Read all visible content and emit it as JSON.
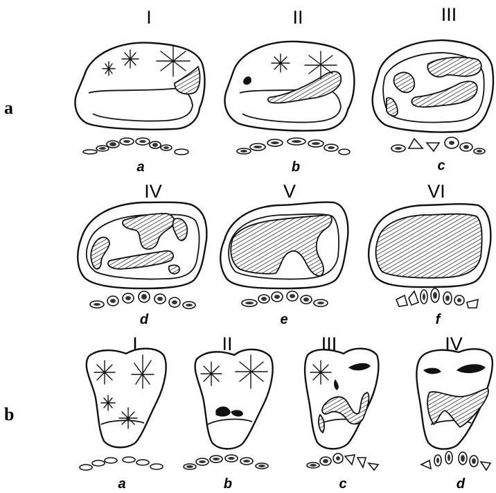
{
  "rows": [
    {
      "label": "a",
      "stages": [
        {
          "roman": "I",
          "letter": "a"
        },
        {
          "roman": "II",
          "letter": "b"
        },
        {
          "roman": "III",
          "letter": "c"
        },
        {
          "roman": "IV",
          "letter": "d"
        },
        {
          "roman": "V",
          "letter": "e"
        },
        {
          "roman": "VI",
          "letter": "f"
        }
      ]
    },
    {
      "label": "b",
      "stages": [
        {
          "roman": "I",
          "letter": "a"
        },
        {
          "roman": "II",
          "letter": "b"
        },
        {
          "roman": "III",
          "letter": "c"
        },
        {
          "roman": "IV",
          "letter": "d"
        }
      ]
    }
  ]
}
